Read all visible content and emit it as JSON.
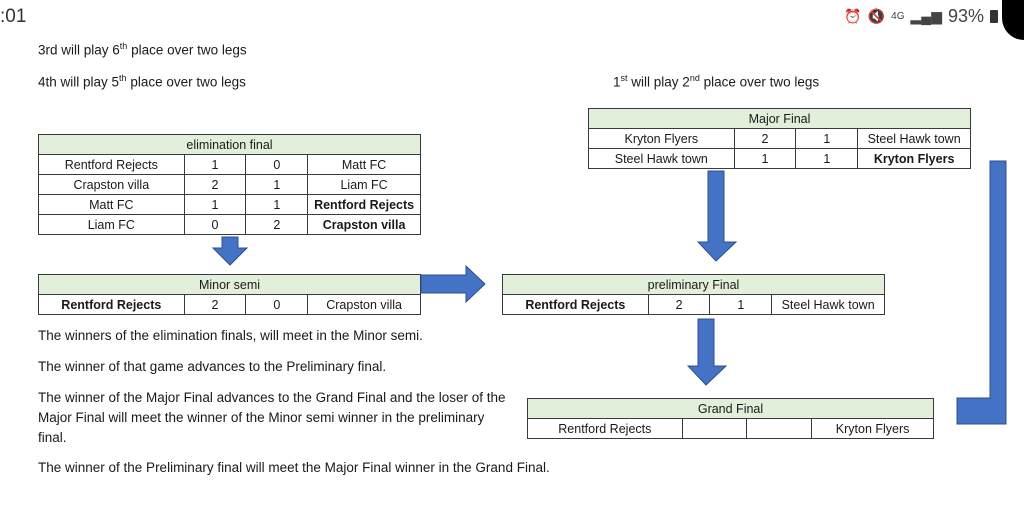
{
  "status_bar": {
    "time": ":01",
    "icons": [
      "alarm-icon",
      "mute-icon",
      "4g-icon",
      "signal-icon",
      "battery-icon"
    ],
    "network": "4G",
    "battery": "93%"
  },
  "notes": {
    "line1": {
      "prefix": "3rd will play 6",
      "sup": "th",
      "suffix": " place over two legs"
    },
    "line2": {
      "prefix": "4th will play 5",
      "sup": "th",
      "suffix": " place over two legs"
    },
    "line3": {
      "a": "1",
      "a_sup": "st",
      "b": " will play 2",
      "b_sup": "nd",
      "suffix": " place over two legs"
    }
  },
  "colors": {
    "header_fill": "#e2efda",
    "arrow_fill": "#4472c4",
    "arrow_stroke": "#2f4f8f"
  },
  "tables": {
    "elimination_final": {
      "title": "elimination final",
      "rows": [
        {
          "home": "Rentford Rejects",
          "hs": "1",
          "as": "0",
          "away": "Matt FC",
          "bold": ""
        },
        {
          "home": "Crapston villa",
          "hs": "2",
          "as": "1",
          "away": "Liam FC",
          "bold": ""
        },
        {
          "home": "Matt FC",
          "hs": "1",
          "as": "1",
          "away": "Rentford Rejects",
          "bold": "away"
        },
        {
          "home": "Liam FC",
          "hs": "0",
          "as": "2",
          "away": "Crapston villa",
          "bold": "away"
        }
      ]
    },
    "minor_semi": {
      "title": "Minor semi",
      "rows": [
        {
          "home": "Rentford Rejects",
          "hs": "2",
          "as": "0",
          "away": "Crapston villa",
          "bold": "home"
        }
      ]
    },
    "major_final": {
      "title": "Major Final",
      "rows": [
        {
          "home": "Kryton Flyers",
          "hs": "2",
          "as": "1",
          "away": "Steel Hawk town",
          "bold": ""
        },
        {
          "home": "Steel Hawk town",
          "hs": "1",
          "as": "1",
          "away": "Kryton Flyers",
          "bold": "away"
        }
      ]
    },
    "preliminary_final": {
      "title": "preliminary Final",
      "rows": [
        {
          "home": "Rentford Rejects",
          "hs": "2",
          "as": "1",
          "away": "Steel Hawk town",
          "bold": "home"
        }
      ]
    },
    "grand_final": {
      "title": "Grand Final",
      "rows": [
        {
          "home": "Rentford Rejects",
          "hs": "",
          "as": "",
          "away": "Kryton Flyers",
          "bold": ""
        }
      ]
    }
  },
  "paragraphs": [
    "The winners of the elimination finals, will meet in the Minor semi.",
    "The winner of that game advances to the Preliminary final.",
    "The winner of the Major Final advances to the Grand Final and the loser of the Major Final will meet the winner of the Minor semi winner in the preliminary final.",
    "The winner of the Preliminary final will meet the Major Final winner in the Grand Final."
  ]
}
